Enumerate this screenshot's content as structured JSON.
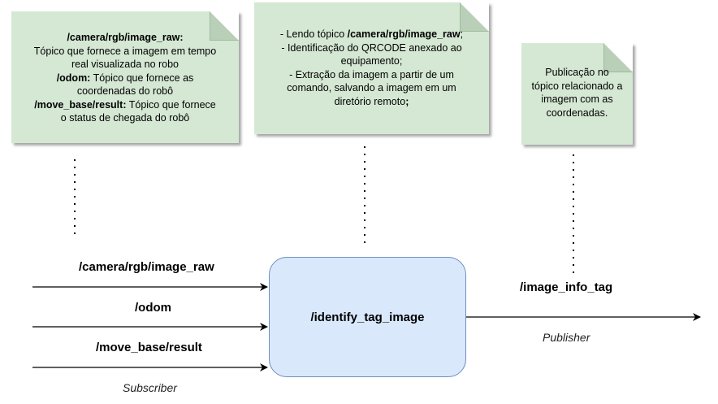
{
  "notes": {
    "topics": {
      "line1_bold": "/camera/rgb/image_raw:",
      "line2": "Tópico que fornece a imagem em tempo",
      "line3": "real visualizada no robo",
      "line4_bold": "/odom:",
      "line4_rest": " Tópico que fornece as",
      "line5": "coordenadas do robô",
      "line6_bold": "/move_base/result:",
      "line6_rest": " Tópico que fornece",
      "line7": "o status de chegada do robô"
    },
    "process": {
      "line1_pre": "- Lendo tópico ",
      "line1_bold": "/camera/rgb/image_raw",
      "line1_post": ";",
      "line2": "- Identificação do QRCODE anexado ao",
      "line3": "equipamento;",
      "line4": "- Extração da imagem a partir de um",
      "line5": "comando, salvando a imagem em um",
      "line6_pre": "diretório remoto",
      "line6_bold": ";"
    },
    "publish": {
      "line1": "Publicação no",
      "line2": "tópico relacionado a",
      "line3": "imagem com as",
      "line4": "coordenadas."
    }
  },
  "inputs": [
    "/camera/rgb/image_raw",
    "/odom",
    "/move_base/result"
  ],
  "node_label": "/identify_tag_image",
  "output": "/image_info_tag",
  "subscriber_label": "Subscriber",
  "publisher_label": "Publisher",
  "colors": {
    "note_fill": "#d5e8d4",
    "node_fill": "#dae8fc",
    "node_border": "#6c8ebf"
  }
}
